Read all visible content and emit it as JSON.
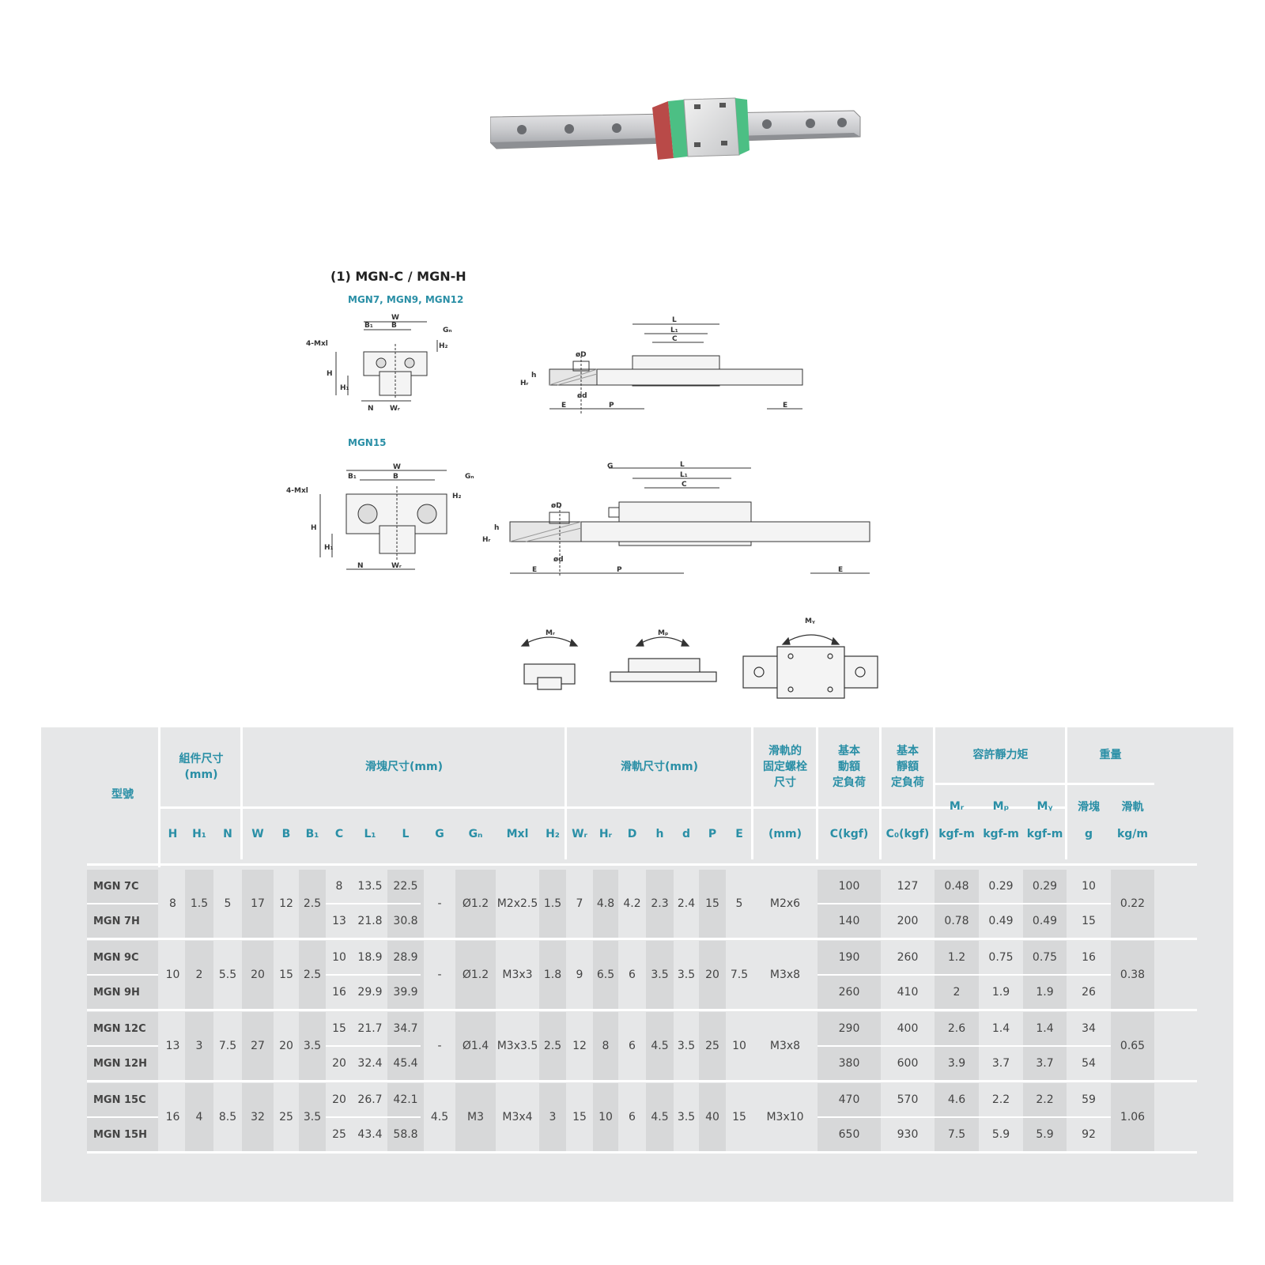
{
  "section": {
    "title": "(1) MGN-C / MGN-H",
    "group1_label": "MGN7, MGN9, MGN12",
    "group2_label": "MGN15"
  },
  "drawing_labels": {
    "front1": {
      "W": "W",
      "B": "B",
      "B1": "B₁",
      "G": "Gₙ",
      "M": "4-Mxl",
      "H": "H",
      "H1": "H₁",
      "H2": "H₂",
      "N": "N",
      "WR": "Wᵣ"
    },
    "side1": {
      "L": "L",
      "L1": "L₁",
      "C": "C",
      "D": "øD",
      "h": "h",
      "HR": "Hᵣ",
      "d": "ød",
      "E": "E",
      "P": "P",
      "E2": "E"
    },
    "front2": {
      "W": "W",
      "B": "B",
      "B1": "B₁",
      "G": "Gₙ",
      "M": "4-Mxl",
      "H": "H",
      "H1": "H₁",
      "H2": "H₂",
      "N": "N",
      "WR": "Wᵣ"
    },
    "side2": {
      "G": "G",
      "L": "L",
      "L1": "L₁",
      "C": "C",
      "D": "øD",
      "h": "h",
      "HR": "Hᵣ",
      "d": "ød",
      "E": "E",
      "P": "P",
      "E2": "E"
    },
    "moments": {
      "MR": "Mᵣ",
      "MP": "Mₚ",
      "MY": "Mᵧ"
    }
  },
  "table": {
    "group_headers": {
      "model": "型號",
      "assembly": "組件尺寸\n(mm)",
      "block": "滑塊尺寸(mm)",
      "rail": "滑軌尺寸(mm)",
      "bolt": "滑軌的\n固定螺栓\n尺寸",
      "dynamic": "基本\n動額\n定負荷",
      "static": "基本\n靜額\n定負荷",
      "moment": "容許靜力矩",
      "weight": "重量",
      "mr": "Mᵣ",
      "mp": "Mₚ",
      "my": "Mᵧ",
      "w_block": "滑塊",
      "w_rail": "滑軌"
    },
    "columns": [
      "H",
      "H₁",
      "N",
      "W",
      "B",
      "B₁",
      "C",
      "L₁",
      "L",
      "G",
      "Gₙ",
      "Mxl",
      "H₂",
      "Wᵣ",
      "Hᵣ",
      "D",
      "h",
      "d",
      "P",
      "E",
      "(mm)",
      "C(kgf)",
      "C₀(kgf)",
      "kgf-m",
      "kgf-m",
      "kgf-m",
      "g",
      "kg/m"
    ],
    "groups": [
      {
        "shared": {
          "H": "8",
          "H1": "1.5",
          "N": "5",
          "W": "17",
          "B": "12",
          "B1": "2.5",
          "G": "-",
          "Gn": "Ø1.2",
          "Mxl": "M2x2.5",
          "H2": "1.5",
          "WR": "7",
          "HR": "4.8",
          "D": "4.2",
          "h": "2.3",
          "d": "2.4",
          "P": "15",
          "E": "5",
          "bolt": "M2x6",
          "rail_w": "0.22"
        },
        "rows": [
          {
            "model": "MGN 7C",
            "C": "8",
            "L1": "13.5",
            "L": "22.5",
            "dyn": "100",
            "sta": "127",
            "mr": "0.48",
            "mp": "0.29",
            "my": "0.29",
            "g": "10"
          },
          {
            "model": "MGN 7H",
            "C": "13",
            "L1": "21.8",
            "L": "30.8",
            "dyn": "140",
            "sta": "200",
            "mr": "0.78",
            "mp": "0.49",
            "my": "0.49",
            "g": "15"
          }
        ]
      },
      {
        "shared": {
          "H": "10",
          "H1": "2",
          "N": "5.5",
          "W": "20",
          "B": "15",
          "B1": "2.5",
          "G": "-",
          "Gn": "Ø1.2",
          "Mxl": "M3x3",
          "H2": "1.8",
          "WR": "9",
          "HR": "6.5",
          "D": "6",
          "h": "3.5",
          "d": "3.5",
          "P": "20",
          "E": "7.5",
          "bolt": "M3x8",
          "rail_w": "0.38"
        },
        "rows": [
          {
            "model": "MGN 9C",
            "C": "10",
            "L1": "18.9",
            "L": "28.9",
            "dyn": "190",
            "sta": "260",
            "mr": "1.2",
            "mp": "0.75",
            "my": "0.75",
            "g": "16"
          },
          {
            "model": "MGN 9H",
            "C": "16",
            "L1": "29.9",
            "L": "39.9",
            "dyn": "260",
            "sta": "410",
            "mr": "2",
            "mp": "1.9",
            "my": "1.9",
            "g": "26"
          }
        ]
      },
      {
        "shared": {
          "H": "13",
          "H1": "3",
          "N": "7.5",
          "W": "27",
          "B": "20",
          "B1": "3.5",
          "G": "-",
          "Gn": "Ø1.4",
          "Mxl": "M3x3.5",
          "H2": "2.5",
          "WR": "12",
          "HR": "8",
          "D": "6",
          "h": "4.5",
          "d": "3.5",
          "P": "25",
          "E": "10",
          "bolt": "M3x8",
          "rail_w": "0.65"
        },
        "rows": [
          {
            "model": "MGN 12C",
            "C": "15",
            "L1": "21.7",
            "L": "34.7",
            "dyn": "290",
            "sta": "400",
            "mr": "2.6",
            "mp": "1.4",
            "my": "1.4",
            "g": "34"
          },
          {
            "model": "MGN 12H",
            "C": "20",
            "L1": "32.4",
            "L": "45.4",
            "dyn": "380",
            "sta": "600",
            "mr": "3.9",
            "mp": "3.7",
            "my": "3.7",
            "g": "54"
          }
        ]
      },
      {
        "shared": {
          "H": "16",
          "H1": "4",
          "N": "8.5",
          "W": "32",
          "B": "25",
          "B1": "3.5",
          "G": "4.5",
          "Gn": "M3",
          "Mxl": "M3x4",
          "H2": "3",
          "WR": "15",
          "HR": "10",
          "D": "6",
          "h": "4.5",
          "d": "3.5",
          "P": "40",
          "E": "15",
          "bolt": "M3x10",
          "rail_w": "1.06"
        },
        "rows": [
          {
            "model": "MGN 15C",
            "C": "20",
            "L1": "26.7",
            "L": "42.1",
            "dyn": "470",
            "sta": "570",
            "mr": "4.6",
            "mp": "2.2",
            "my": "2.2",
            "g": "59"
          },
          {
            "model": "MGN 15H",
            "C": "25",
            "L1": "43.4",
            "L": "58.8",
            "dyn": "650",
            "sta": "930",
            "mr": "7.5",
            "mp": "5.9",
            "my": "5.9",
            "g": "92"
          }
        ]
      }
    ]
  }
}
